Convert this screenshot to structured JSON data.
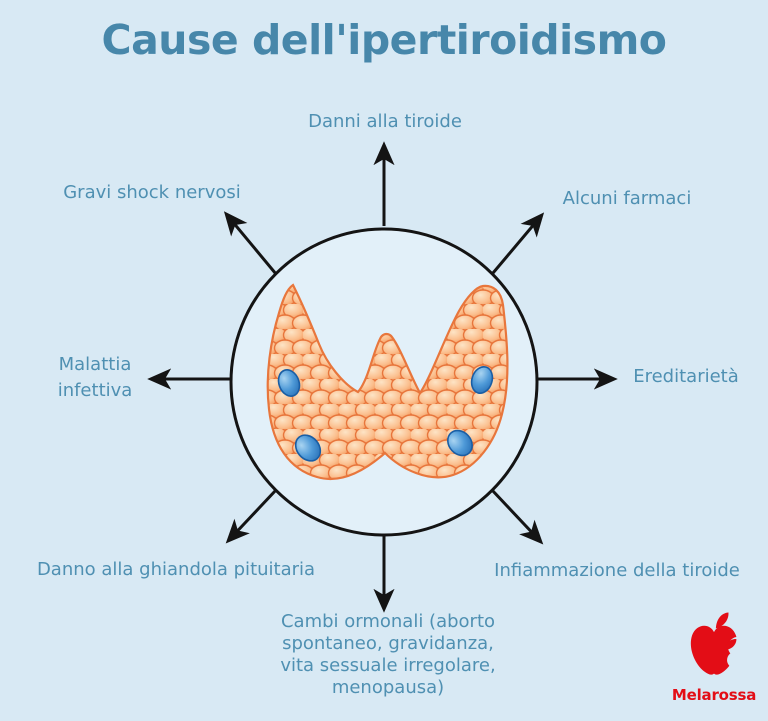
{
  "title": "Cause dell'ipertiroidismo",
  "diagram": {
    "center_illustration": "thyroid-gland",
    "nodule_count": 4,
    "causes": [
      {
        "position": "top",
        "label": "Danni alla tiroide"
      },
      {
        "position": "top-right",
        "label": "Alcuni farmaci"
      },
      {
        "position": "right",
        "label": "Ereditarietà"
      },
      {
        "position": "bottom-right",
        "label": "Infiammazione della tiroide"
      },
      {
        "position": "bottom",
        "label": "Cambi ormonali (aborto\nspontaneo, gravidanza,\nvita sessuale irregolare,\nmenopausa)"
      },
      {
        "position": "bottom-left",
        "label": "Danno alla ghiandola pituitaria"
      },
      {
        "position": "left",
        "label": "Malattia\ninfettiva"
      },
      {
        "position": "top-left",
        "label": "Gravi shock nervosi"
      }
    ]
  },
  "branding": {
    "logo_icon": "apple-icon",
    "logo_text": "Melarossa"
  },
  "colors": {
    "bg": "#d8e9f4",
    "circle-fill": "#e2f0f9",
    "ink": "#141414",
    "teal-title": "#4787aa",
    "teal-label": "#4f90b2",
    "orange-outline": "#e8763c",
    "orange-deep": "#f08747",
    "orange-mid": "#f9aa72",
    "bubble-light": "#fde4c6",
    "bubble-mid": "#fbbf8e",
    "bubble-dark": "#f4995d",
    "blue-nodule-light": "#a9d4f1",
    "blue-nodule-mid": "#4f9ad8",
    "blue-nodule-dark": "#2a72b8",
    "blue-nodule-rim": "#1a5ea4",
    "brand-red": "#e30d16"
  }
}
